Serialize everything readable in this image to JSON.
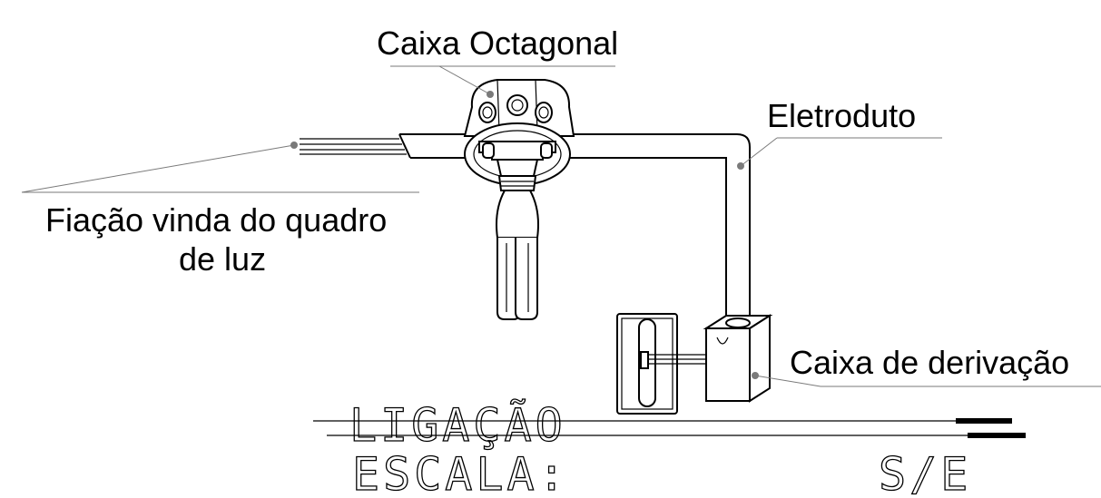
{
  "labels": {
    "caixa_octagonal": "Caixa Octagonal",
    "eletroduto": "Eletroduto",
    "fiacao_line1": "Fiação vinda do quadro",
    "fiacao_line2": "de luz",
    "caixa_derivacao": "Caixa de derivação"
  },
  "title_block": {
    "title": "LIGAÇÃO",
    "scale_label": "ESCALA:",
    "scale_value": "S/E"
  }
}
